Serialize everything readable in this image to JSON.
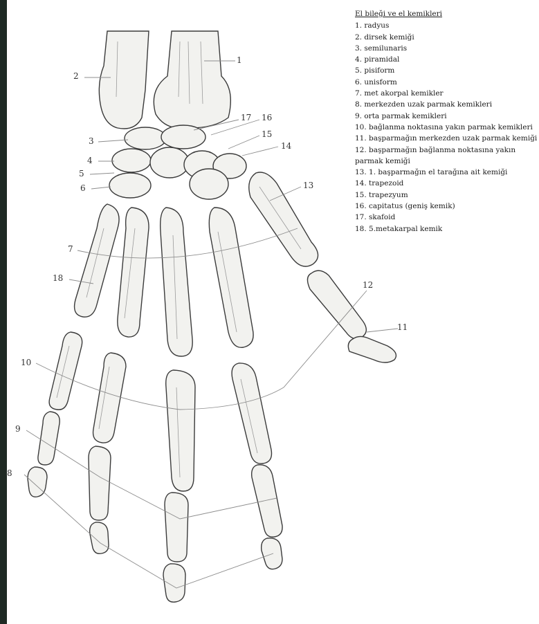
{
  "legend": {
    "title": "El bileği ve el kemikleri",
    "items": [
      "1. radyus",
      "2. dirsek kemiği",
      "3. semilunaris",
      "4. piramidal",
      "5. pisiform",
      "6. unisform",
      "7. met akorpal kemikler",
      "8. merkezden uzak parmak kemikleri",
      "9. orta parmak kemikleri",
      "10. bağlanma noktasına yakın parmak kemikleri",
      "11. başparmağın merkezden uzak parmak kemiği",
      "12. başparmağın bağlanma noktasına yakın parmak kemiği",
      "13. 1. başparmağın el tarağına ait kemiği",
      "14. trapezoid",
      "15. trapezyum",
      "16. capitatus (geniş kemik)",
      "17. skafoid",
      "18. 5.metakarpal kemik"
    ]
  },
  "labels": {
    "n1": "1",
    "n2": "2",
    "n3": "3",
    "n4": "4",
    "n5": "5",
    "n6": "6",
    "n7": "7",
    "n8": "8",
    "n9": "9",
    "n10": "10",
    "n11": "11",
    "n12": "12",
    "n13": "13",
    "n14": "14",
    "n15": "15",
    "n16": "16",
    "n17": "17",
    "n18": "18"
  }
}
